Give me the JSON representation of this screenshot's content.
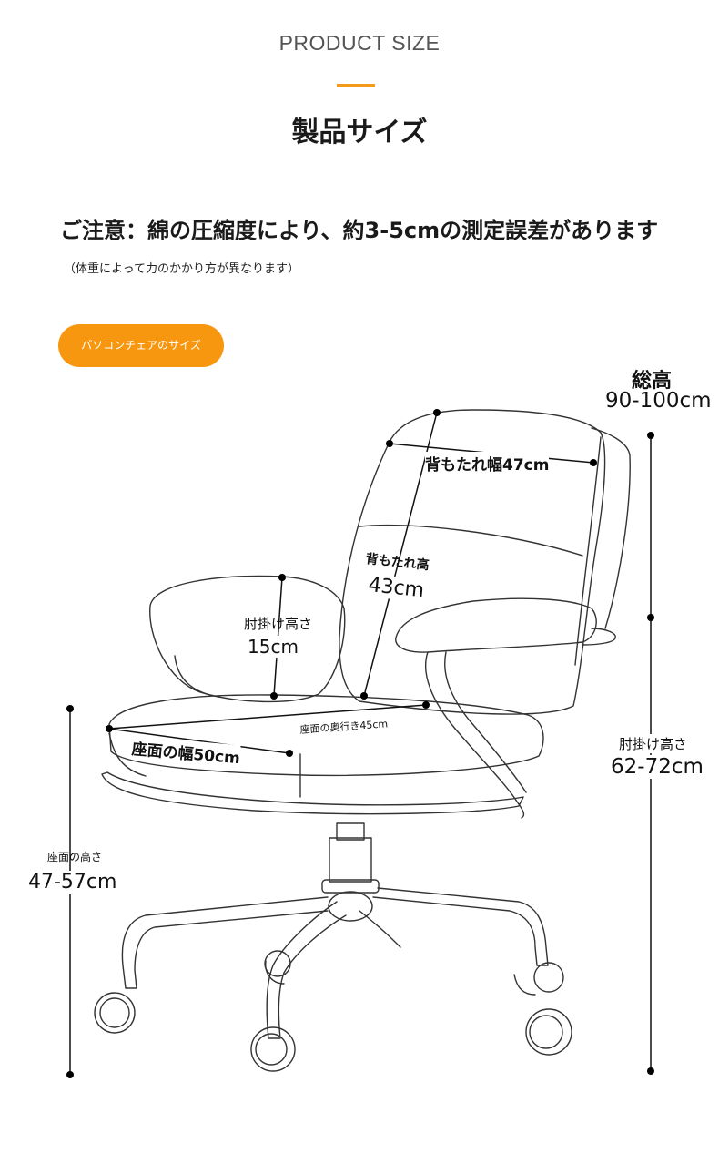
{
  "header": {
    "product_size": "PRODUCT SIZE",
    "title": "製品サイズ",
    "accent_color": "#f39a18"
  },
  "notes": {
    "main": "ご注意：綿の圧縮度により、約3-5cmの測定誤差があります",
    "sub": "（体重によって力のかかり方が異なります）"
  },
  "section": {
    "badge": "パソコンチェアのサイズ",
    "badge_color": "#f7960f"
  },
  "dimensions": {
    "total_height_label": "総高",
    "total_height_value": "90-100cm",
    "backrest_width": "背もたれ幅47cm",
    "backrest_height_label": "背もたれ高",
    "backrest_height_value": "43cm",
    "armrest_height_label": "肘掛け高さ",
    "armrest_height_value": "15cm",
    "seat_depth": "座面の奥行き45cm",
    "seat_width": "座面の幅50cm",
    "arm_floor_height_label": "肘掛け高さ",
    "arm_floor_height_value": "62-72cm",
    "seat_height_label": "座面の高さ",
    "seat_height_value": "47-57cm"
  }
}
